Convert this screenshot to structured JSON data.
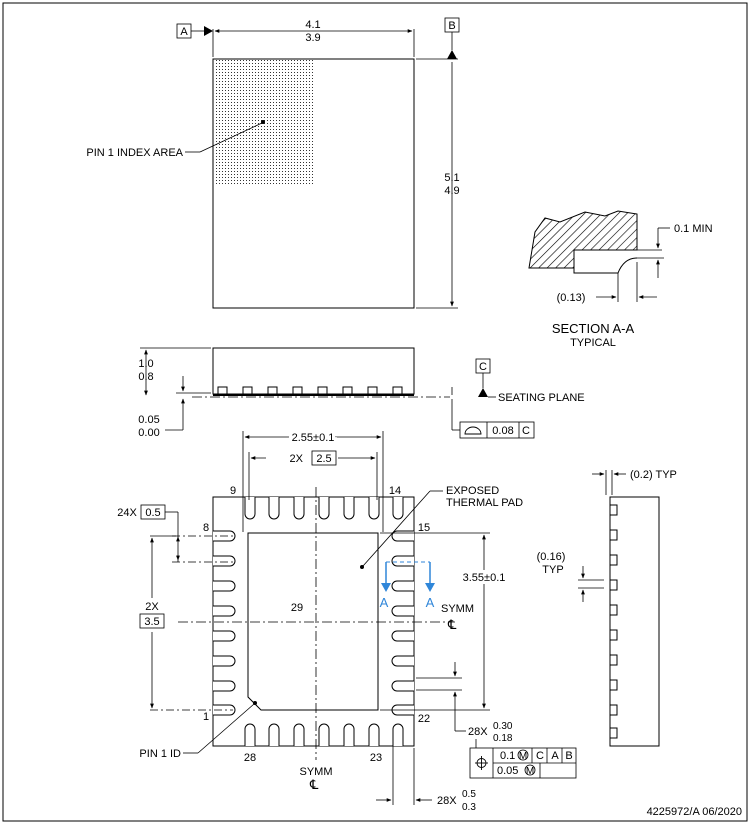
{
  "datums": {
    "a": "A",
    "b": "B",
    "c": "C"
  },
  "top_view": {
    "width_max": "4.1",
    "width_min": "3.9",
    "height_max": "5.1",
    "height_min": "4.9",
    "pin1_index_label": "PIN 1 INDEX AREA"
  },
  "side_view": {
    "height_max": "1.0",
    "height_min": "0.8",
    "standoff_max": "0.05",
    "standoff_min": "0.00",
    "seating_plane": "SEATING PLANE",
    "coplanarity": "0.08",
    "coplanarity_datum": "C"
  },
  "section": {
    "title": "SECTION A-A",
    "subtitle": "TYPICAL",
    "min_label": "0.1 MIN",
    "dim": "(0.13)"
  },
  "bottom_view": {
    "pad_width": "2.55±0.1",
    "pitch_count_top": "2X",
    "pitch_top": "2.5",
    "pin_9": "9",
    "pin_14": "14",
    "pin_8": "8",
    "pin_15": "15",
    "pin_1": "1",
    "pin_22": "22",
    "pin_28": "28",
    "pin_23": "23",
    "pin_29": "29",
    "pitch_count": "24X",
    "pitch": "0.5",
    "pitch_count_left": "2X",
    "pitch_left": "3.5",
    "pad_height": "3.55±0.1",
    "thermal_pad_l1": "EXPOSED",
    "thermal_pad_l2": "THERMAL PAD",
    "symm": "SYMM",
    "section_marker": "A",
    "lead_width_count": "28X",
    "lead_width_max": "0.30",
    "lead_width_min": "0.18",
    "pin1_id": "PIN 1 ID",
    "lead_length_count": "28X",
    "lead_length_max": "0.5",
    "lead_length_min": "0.3",
    "tol_1": "0.1",
    "tol_1_refs": [
      "C",
      "A",
      "B"
    ],
    "tol_2": "0.05"
  },
  "end_view": {
    "typ_1": "(0.2) TYP",
    "typ_2": "(0.16)",
    "typ_2b": "TYP"
  },
  "footer": {
    "drawing_id": "4225972/A   06/2020"
  }
}
